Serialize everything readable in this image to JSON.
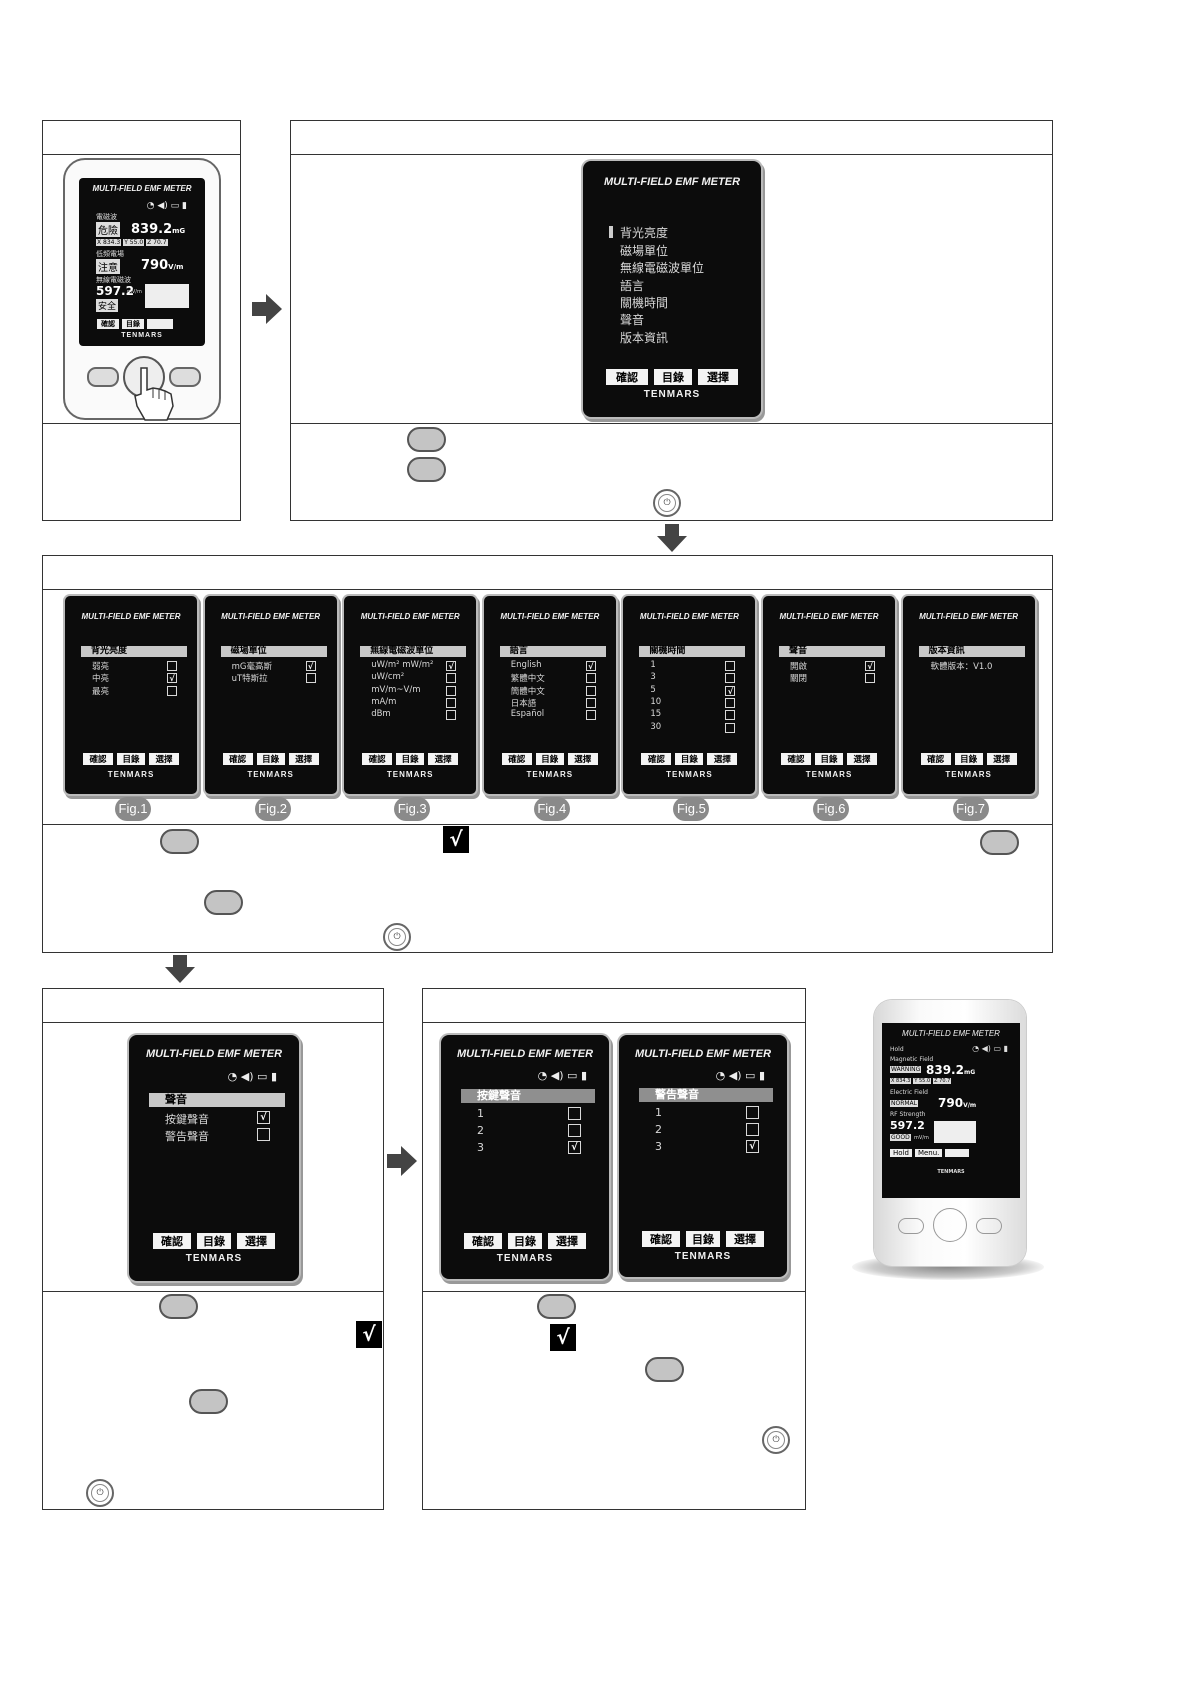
{
  "device_title": "MULTI-FIELD EMF METER",
  "brand": "TENMARS",
  "softkeys": [
    "確認",
    "目錄",
    "選擇"
  ],
  "softkeys_en": [
    "Hold",
    "Menu."
  ],
  "main_menu": {
    "items": [
      "背光亮度",
      "磁場單位",
      "無線電磁波單位",
      "語言",
      "關機時間",
      "聲音",
      "版本資訊"
    ]
  },
  "device_readout": {
    "row1_label": "電磁波",
    "row1_status": "危險",
    "row1_value": "839.2",
    "row1_unit": "mG",
    "axes": [
      "X 834.3",
      "Y 55.0",
      "Z 70.7"
    ],
    "row2_label": "低頻電場",
    "row2_status": "注意",
    "row2_value": "790",
    "row2_unit": "V/m",
    "row3_label": "無線電磁波",
    "row3_value": "597.2",
    "row3_status": "安全",
    "row3_unit": "mV/m"
  },
  "device_readout_en": {
    "row1_label": "Magnetic Field",
    "row1_status": "WARNING",
    "row1_value": "839.2",
    "row1_unit": "mG",
    "axes": [
      "X 834.3",
      "Y 55.0",
      "Z 70.7"
    ],
    "row2_label": "Electric Field",
    "row2_status": "NORMAL",
    "row2_value": "790",
    "row2_unit": "V/m",
    "row3_label": "RF Strength",
    "row3_value": "597.2",
    "row3_status": "GOOD",
    "row3_unit": "mV/m"
  },
  "figs": [
    {
      "label": "Fig.1",
      "header": "背光亮度",
      "options": [
        "弱亮",
        "中亮",
        "最亮"
      ],
      "checked": [
        false,
        true,
        false
      ]
    },
    {
      "label": "Fig.2",
      "header": "磁場單位",
      "options": [
        "mG毫高斯",
        "uT特斯拉"
      ],
      "checked": [
        true,
        false
      ]
    },
    {
      "label": "Fig.3",
      "header": "無線電磁波單位",
      "options": [
        "uW/m² mW/m²",
        "uW/cm²",
        "mV/m~V/m",
        "mA/m",
        "dBm"
      ],
      "checked": [
        true,
        false,
        false,
        false,
        false
      ]
    },
    {
      "label": "Fig.4",
      "header": "語言",
      "options": [
        "English",
        "繁體中文",
        "簡體中文",
        "日本語",
        "Español"
      ],
      "checked": [
        true,
        false,
        false,
        false,
        false
      ]
    },
    {
      "label": "Fig.5",
      "header": "關機時間",
      "options": [
        "1",
        "3",
        "5",
        "10",
        "15",
        "30"
      ],
      "checked": [
        false,
        false,
        true,
        false,
        false,
        false
      ]
    },
    {
      "label": "Fig.6",
      "header": "聲音",
      "options": [
        "開啟",
        "關閉"
      ],
      "checked": [
        true,
        false
      ]
    },
    {
      "label": "Fig.7",
      "header": "版本資訊",
      "options": [
        "軟體版本：V1.0"
      ],
      "checked": []
    }
  ],
  "sound_menu": {
    "header": "聲音",
    "options": [
      "按鍵聲音",
      "警告聲音"
    ],
    "checked": [
      true,
      false
    ]
  },
  "key_sound": {
    "header": "按鍵聲音",
    "options": [
      "1",
      "2",
      "3"
    ],
    "checked": [
      false,
      false,
      true
    ]
  },
  "alarm_sound": {
    "header": "警告聲音",
    "options": [
      "1",
      "2",
      "3"
    ],
    "checked": [
      false,
      false,
      true
    ]
  },
  "check_glyph": "√"
}
